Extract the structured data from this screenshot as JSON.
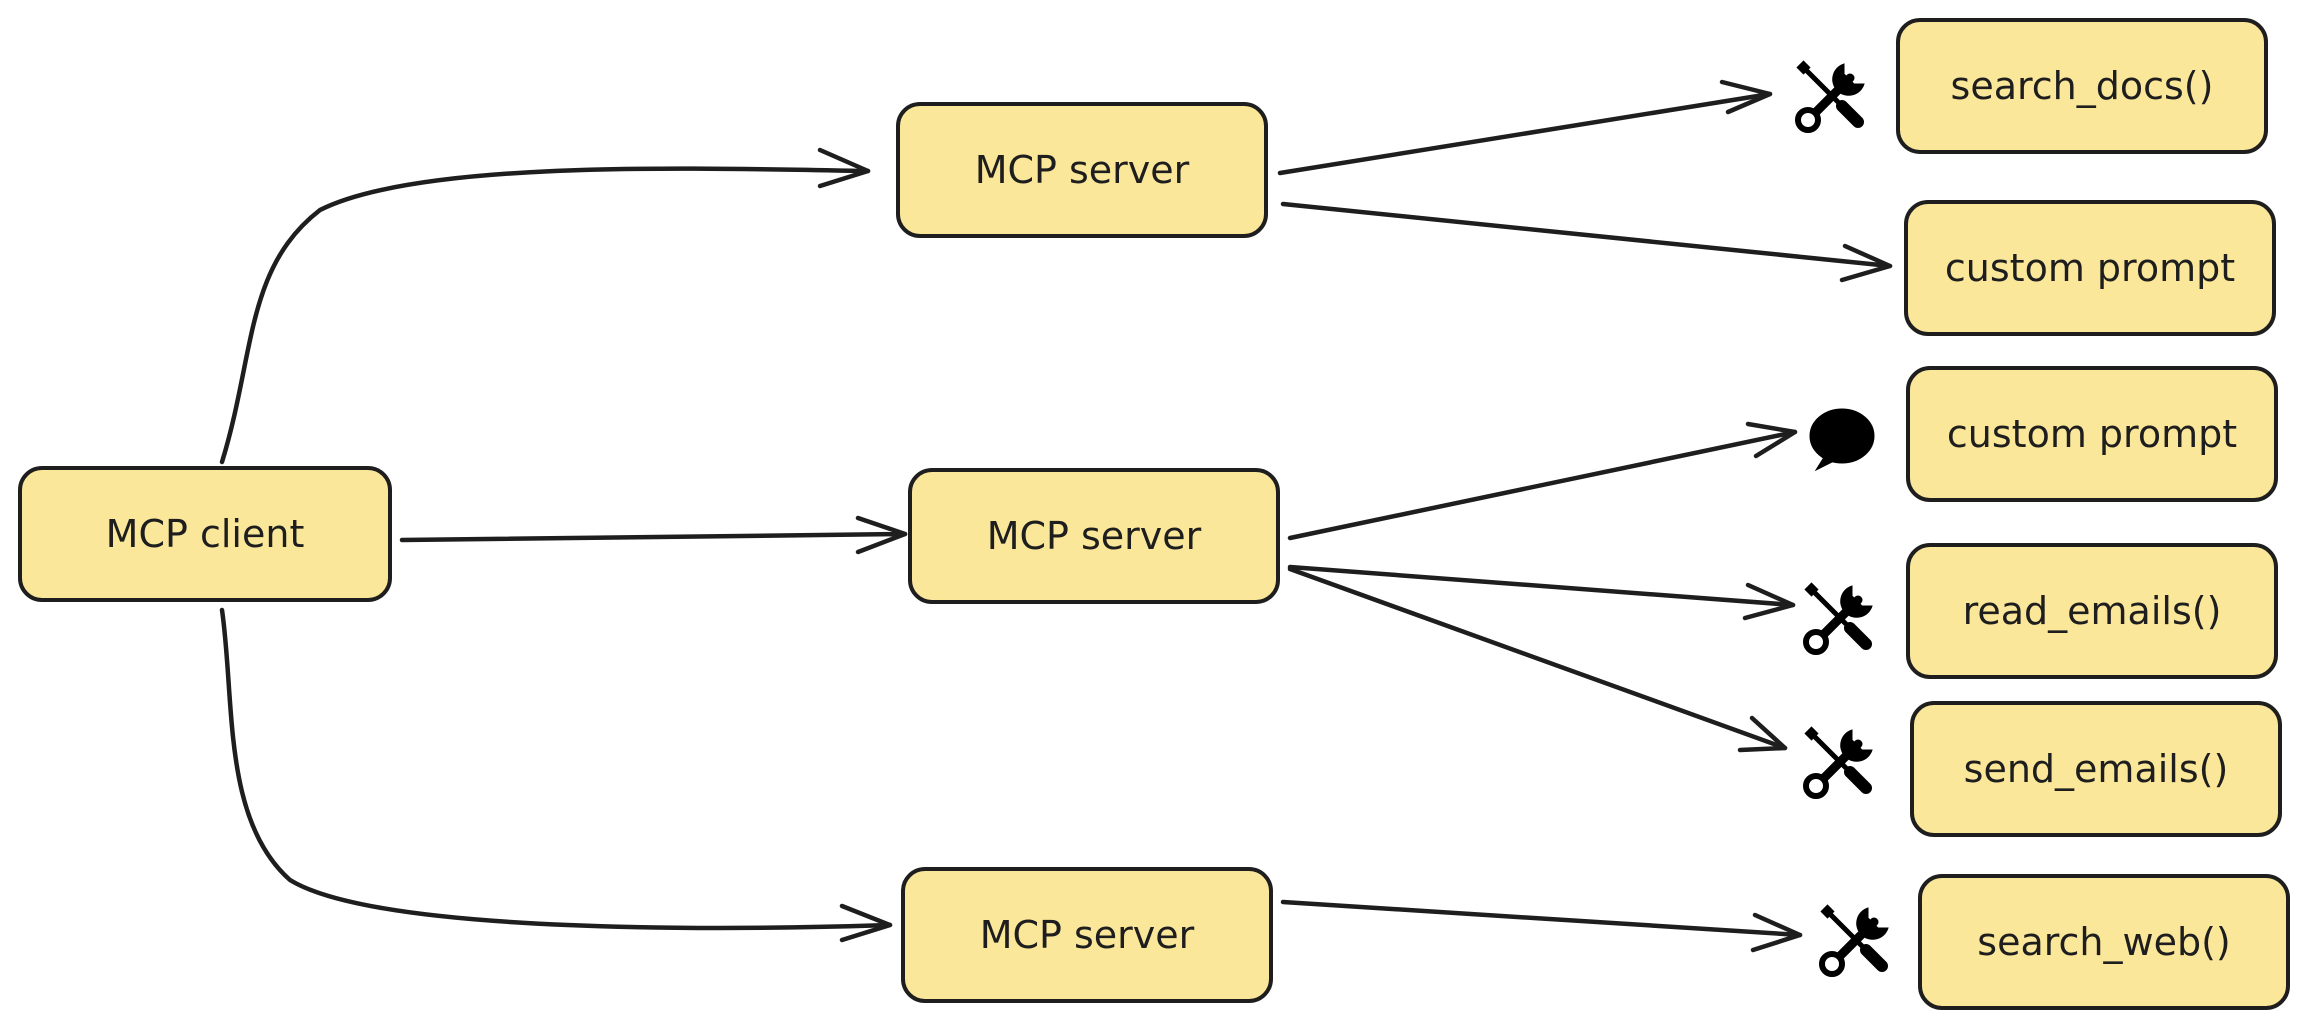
{
  "nodes": {
    "client": {
      "label": "MCP client"
    },
    "server_1": {
      "label": "MCP server"
    },
    "server_2": {
      "label": "MCP server"
    },
    "server_3": {
      "label": "MCP server"
    },
    "search_docs": {
      "label": "search_docs()",
      "icon": "tools-icon"
    },
    "custom_prompt_1": {
      "label": "custom prompt"
    },
    "custom_prompt_2": {
      "label": "custom prompt",
      "icon": "speech-bubble-icon"
    },
    "read_emails": {
      "label": "read_emails()",
      "icon": "tools-icon"
    },
    "send_emails": {
      "label": "send_emails()",
      "icon": "tools-icon"
    },
    "search_web": {
      "label": "search_web()",
      "icon": "tools-icon"
    }
  },
  "edges": [
    {
      "from": "client",
      "to": "server_1"
    },
    {
      "from": "client",
      "to": "server_2"
    },
    {
      "from": "client",
      "to": "server_3"
    },
    {
      "from": "server_1",
      "to": "search_docs"
    },
    {
      "from": "server_1",
      "to": "custom_prompt_1"
    },
    {
      "from": "server_2",
      "to": "custom_prompt_2"
    },
    {
      "from": "server_2",
      "to": "read_emails"
    },
    {
      "from": "server_2",
      "to": "send_emails"
    },
    {
      "from": "server_3",
      "to": "search_web"
    }
  ],
  "colors": {
    "box_fill": "#fbe79a",
    "stroke": "#1e1e1e",
    "icon": "#000000"
  }
}
